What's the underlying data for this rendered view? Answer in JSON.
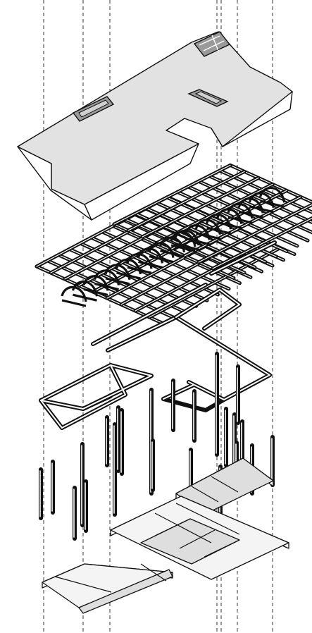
{
  "diagram": {
    "kind": "exploded-axonometric",
    "layers": [
      "roof",
      "rafters",
      "frame",
      "columns",
      "floor-slabs"
    ],
    "colors": {
      "line": "#111111",
      "roof": "#e2e2e2",
      "skylight": "#9a9a9a",
      "slab": "#dedede",
      "slab_light": "#f4f4f4",
      "background": "#ffffff"
    }
  }
}
